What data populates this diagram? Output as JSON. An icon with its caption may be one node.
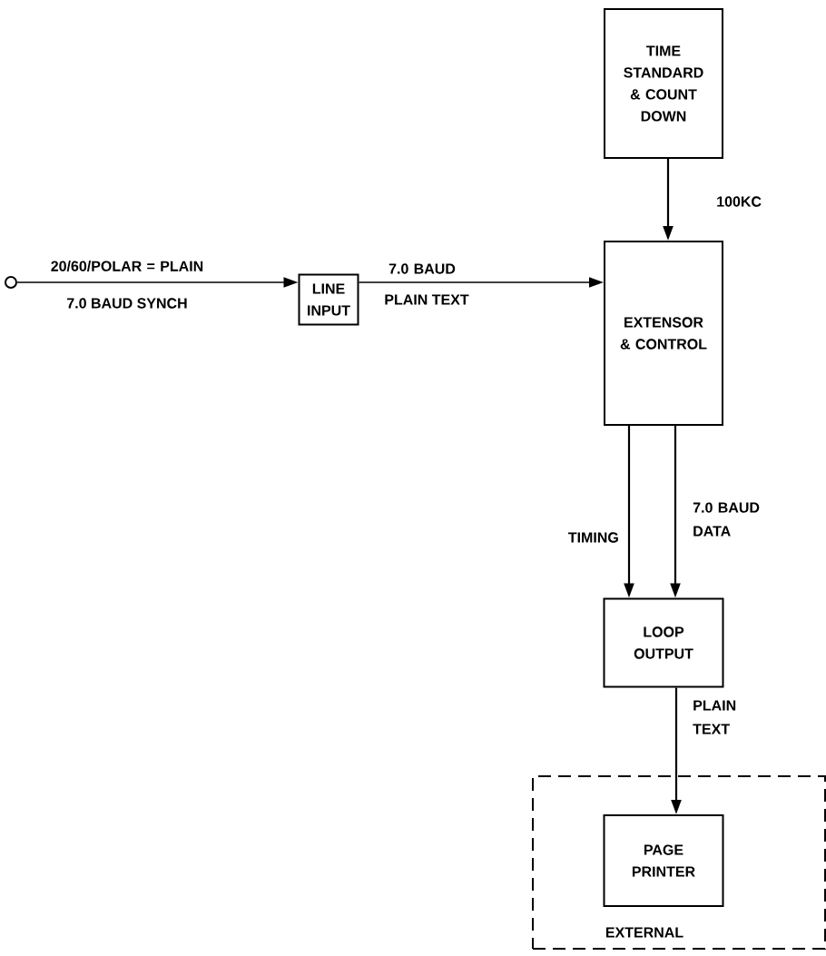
{
  "diagram": {
    "nodes": [
      {
        "text": [
          "TIME STANDARD & COUNT DOWN"
        ]
      },
      {
        "text": [],
        "shape": "circle"
      },
      {
        "text": [
          "LINE INPUT"
        ]
      },
      {
        "text": [
          "EXTENSOR & CONTROL"
        ]
      },
      {
        "text": [
          "LOOP OUTPUT"
        ]
      },
      {
        "text": [
          "EXTERNAL"
        ]
      },
      {
        "text": [
          "PAGE PRINTER"
        ],
        "in": 5
      }
    ],
    "edges": [
      {
        "from": 0,
        "to": 3,
        "arrow": "to",
        "label": "100KC"
      },
      {
        "from": 1,
        "to": 2,
        "arrow": "to",
        "label": "20/60/POLAR = PLAIN"
      },
      {
        "from": 2,
        "to": 3,
        "arrow": "to",
        "label": "7.0 BAUD"
      },
      {
        "from": 3,
        "to": 4,
        "arrow": "to",
        "label": "TIMING"
      },
      {
        "from": 3,
        "to": 4,
        "arrow": "to",
        "label": "7.0 BAUD DATA"
      },
      {
        "from": 4,
        "to": 6,
        "arrow": "to",
        "label": "PLAIN TEXT"
      }
    ],
    "labels": [
      "7.0 BAUD SYNCH",
      "PLAIN TEXT"
    ]
  }
}
